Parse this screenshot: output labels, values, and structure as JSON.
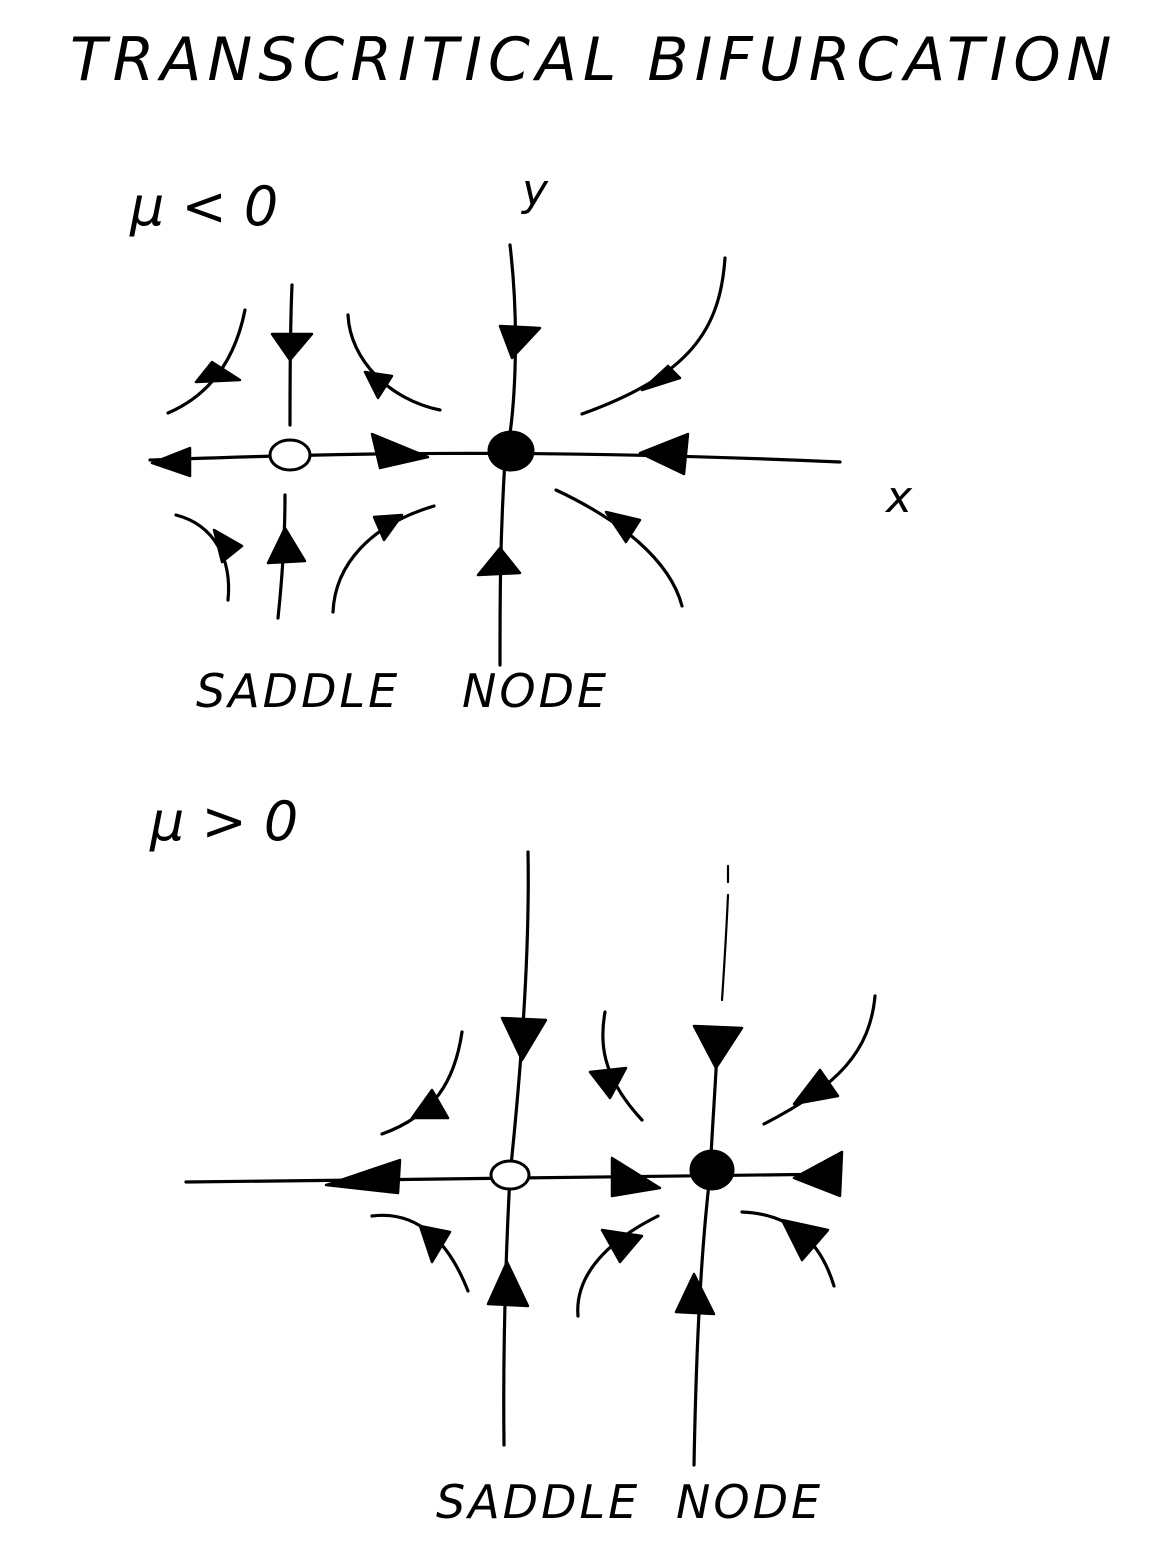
{
  "title": "TRANSCRITICAL BIFURCATION",
  "panels": [
    {
      "condition": "μ < 0",
      "y_axis_label": "y",
      "x_axis_label": "x",
      "left_label": "SADDLE",
      "right_label": "NODE"
    },
    {
      "condition": "μ > 0",
      "left_label": "SADDLE",
      "right_label": "NODE"
    }
  ],
  "colors": {
    "ink": "#000000",
    "paper": "#ffffff"
  }
}
